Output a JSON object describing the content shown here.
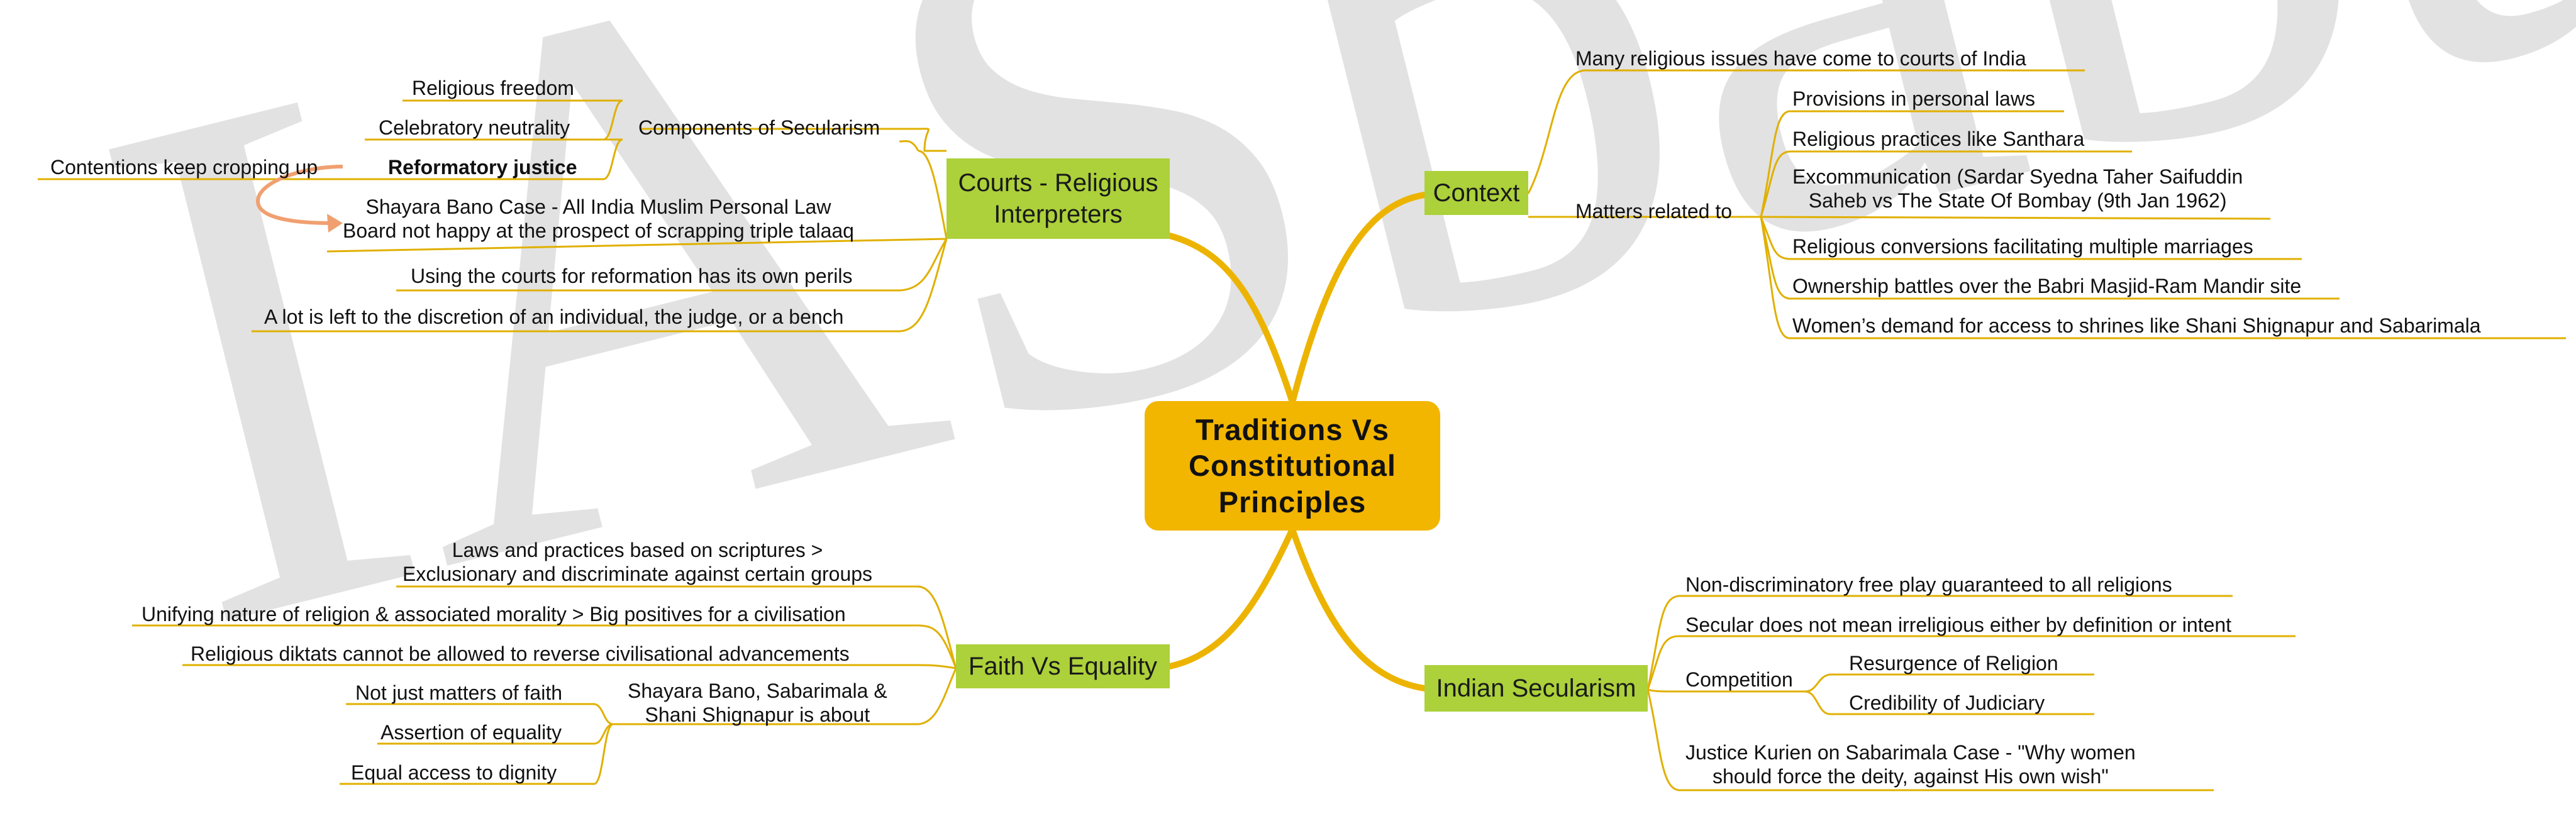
{
  "watermark": "IASbaba",
  "central_topic": "Traditions Vs\nConstitutional\nPrinciples",
  "colors": {
    "central": "#f2b500",
    "topic": "#acd13a",
    "branch": "#ecb400",
    "arrow": "#f0a070"
  },
  "context": {
    "title": "Context",
    "many_issues": "Many religious issues have come to courts of India",
    "matters_label": "Matters related to",
    "matters": [
      "Provisions in personal laws",
      "Religious practices like Santhara",
      "Excommunication (Sardar Syedna Taher Saifuddin\nSaheb vs The State Of Bombay (9th Jan 1962)",
      "Religious conversions facilitating multiple marriages",
      "Ownership battles over the Babri Masjid-Ram Mandir site",
      "Women’s demand for access to shrines like Shani Shignapur and Sabarimala"
    ]
  },
  "courts": {
    "title": "Courts - Religious\nInterpreters",
    "components_label": "Components of Secularism",
    "components": [
      "Religious freedom",
      "Celebratory neutrality",
      "Reformatory justice"
    ],
    "contentions": "Contentions keep cropping up",
    "shayara": "Shayara Bano Case - All India Muslim Personal Law\nBoard not happy at the prospect of scrapping triple talaaq",
    "perils": "Using the courts for reformation has its own perils",
    "discretion": "A lot is left to the discretion of an individual, the judge, or a bench"
  },
  "faith": {
    "title": "Faith Vs Equality",
    "laws": "Laws and practices based on scriptures >\nExclusionary and discriminate against certain groups",
    "unifying": "Unifying nature of religion & associated morality > Big positives for a civilisation",
    "diktats": "Religious diktats cannot be allowed to reverse civilisational advancements",
    "about_label": "Shayara Bano, Sabarimala &\nShani Shignapur is about",
    "about": [
      "Not just matters of faith",
      "Assertion of equality",
      "Equal access to dignity"
    ]
  },
  "secularism": {
    "title": "Indian Secularism",
    "nondiscriminatory": "Non-discriminatory free play guaranteed to all religions",
    "secular_not": "Secular does not mean irreligious either by definition or intent",
    "competition_label": "Competition",
    "competition": [
      "Resurgence of Religion",
      "Credibility of Judiciary"
    ],
    "kurien": "Justice Kurien on Sabarimala Case - \"Why women\nshould force the deity, against His own wish\""
  }
}
